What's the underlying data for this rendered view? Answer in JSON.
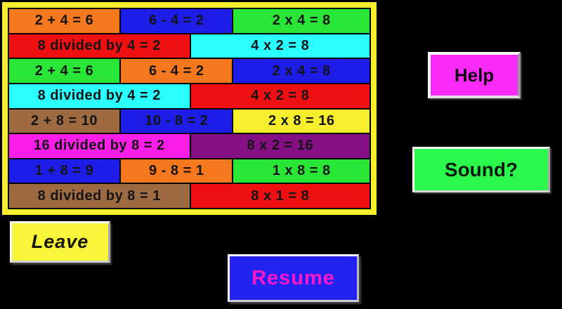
{
  "colors": {
    "background": "#000000",
    "board_frame": "#F7EF2D",
    "tile_text": "#141414"
  },
  "panel": {
    "rows": [
      {
        "cells": [
          {
            "text": "2 + 4 = 6",
            "color": "#F5781E"
          },
          {
            "text": "6 - 4 = 2",
            "color": "#1D1DE7"
          },
          {
            "text": "2 x 4 = 8",
            "color": "#29E636"
          }
        ]
      },
      {
        "cells": [
          {
            "text": "8 divided by 4 = 2",
            "color": "#EF1111"
          },
          {
            "text": "4 x 2 = 8",
            "color": "#2BFEFE"
          }
        ]
      },
      {
        "cells": [
          {
            "text": "2 + 4 = 6",
            "color": "#29E636"
          },
          {
            "text": "6 - 4 = 2",
            "color": "#F5781E"
          },
          {
            "text": "2 x 4 = 8",
            "color": "#1D1DE7"
          }
        ]
      },
      {
        "cells": [
          {
            "text": "8 divided by 4 = 2",
            "color": "#2BFEFE"
          },
          {
            "text": "4 x 2 = 8",
            "color": "#EF1111"
          }
        ]
      },
      {
        "cells": [
          {
            "text": "2 + 8 = 10",
            "color": "#9E6A42"
          },
          {
            "text": "10 - 8 = 2",
            "color": "#1D1DE7"
          },
          {
            "text": "2 x 8 = 16",
            "color": "#F7EF2D"
          }
        ]
      },
      {
        "cells": [
          {
            "text": "16 divided by 8 = 2",
            "color": "#FA1EE8"
          },
          {
            "text": "8 x 2 = 16",
            "color": "#851085"
          }
        ]
      },
      {
        "cells": [
          {
            "text": "1 + 8 = 9",
            "color": "#1D1DE7"
          },
          {
            "text": "9 - 8 = 1",
            "color": "#F5781E"
          },
          {
            "text": "1 x 8 = 8",
            "color": "#29E636"
          }
        ]
      },
      {
        "cells": [
          {
            "text": "8 divided by 8 = 1",
            "color": "#9E6A42"
          },
          {
            "text": "8 x 1 = 8",
            "color": "#EF1111"
          }
        ]
      }
    ]
  },
  "buttons": {
    "help": {
      "label": "Help",
      "bg": "#FA2BFA",
      "text_color": "#140014"
    },
    "sound": {
      "label": "Sound?",
      "bg": "#2BF94B",
      "text_color": "#0c1a0c"
    },
    "leave": {
      "label": "Leave",
      "bg": "#F9F53B",
      "text_color": "#161600"
    },
    "resume": {
      "label": "Resume",
      "bg": "#2323F1",
      "text_color": "#FA18C8"
    }
  }
}
